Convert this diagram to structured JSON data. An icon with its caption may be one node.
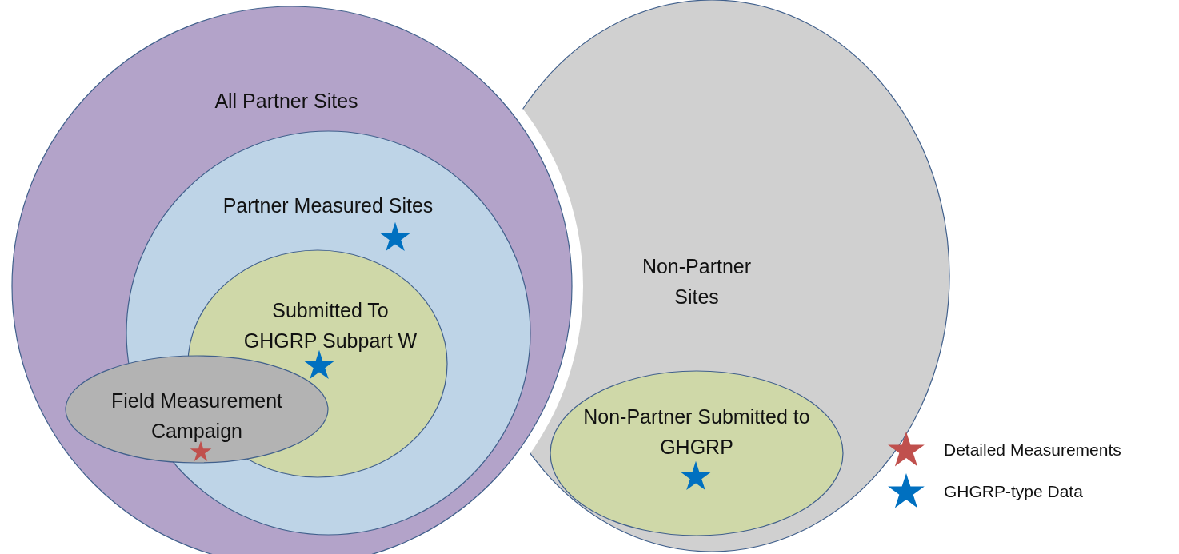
{
  "diagram": {
    "nodes": [
      {
        "text": [
          "All Partner Sites"
        ]
      },
      {
        "text": [
          "Partner Measured Sites"
        ],
        "in": 0
      },
      {
        "text": [
          "Submitted To GHGRP Subpart W"
        ],
        "in": 1
      },
      {
        "text": [
          "Field Measurement Campaign"
        ],
        "in": 0
      },
      {
        "text": [
          "Non-Partner Sites"
        ]
      },
      {
        "text": [
          "Non-Partner Submitted to GHGRP"
        ],
        "in": 4
      }
    ],
    "edges": [],
    "legend": [
      {
        "text": "Detailed Measurements",
        "color": "#c0504d"
      },
      {
        "text": "GHGRP-type Data",
        "color": "#0070c0"
      }
    ]
  }
}
